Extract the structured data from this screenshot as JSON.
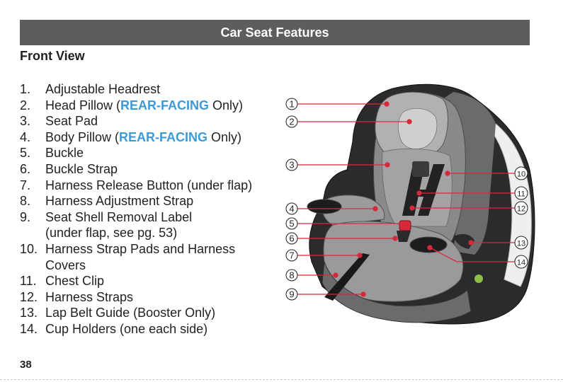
{
  "header": {
    "title": "Car Seat Features"
  },
  "section": {
    "title": "Front View"
  },
  "features": [
    {
      "num": "1.",
      "before": "Adjustable Headrest",
      "accent": "",
      "after": ""
    },
    {
      "num": "2.",
      "before": "Head Pillow (",
      "accent": "REAR-FACING",
      "after": " Only)"
    },
    {
      "num": "3.",
      "before": "Seat Pad",
      "accent": "",
      "after": ""
    },
    {
      "num": "4.",
      "before": "Body Pillow (",
      "accent": "REAR-FACING",
      "after": " Only)"
    },
    {
      "num": "5.",
      "before": "Buckle",
      "accent": "",
      "after": ""
    },
    {
      "num": "6.",
      "before": "Buckle Strap",
      "accent": "",
      "after": ""
    },
    {
      "num": "7.",
      "before": "Harness Release Button (under flap)",
      "accent": "",
      "after": ""
    },
    {
      "num": "8.",
      "before": "Harness Adjustment Strap",
      "accent": "",
      "after": ""
    },
    {
      "num": "9.",
      "before": "Seat Shell Removal Label",
      "accent": "",
      "after": ""
    },
    {
      "num": "",
      "before": "(under flap, see pg. 53)",
      "accent": "",
      "after": ""
    },
    {
      "num": "10.",
      "before": "Harness Strap Pads and Harness",
      "accent": "",
      "after": ""
    },
    {
      "num": "",
      "before": "Covers",
      "accent": "",
      "after": ""
    },
    {
      "num": "11.",
      "before": "Chest Clip",
      "accent": "",
      "after": ""
    },
    {
      "num": "12.",
      "before": "Harness Straps",
      "accent": "",
      "after": ""
    },
    {
      "num": "13.",
      "before": "Lap Belt Guide (Booster Only)",
      "accent": "",
      "after": ""
    },
    {
      "num": "14.",
      "before": "Cup Holders (one each side)",
      "accent": "",
      "after": ""
    }
  ],
  "callouts": [
    "1",
    "2",
    "3",
    "4",
    "5",
    "6",
    "7",
    "8",
    "9",
    "10",
    "11",
    "12",
    "13",
    "14"
  ],
  "footer": {
    "page_number": "38"
  },
  "colors": {
    "banner_bg": "#5d5d5f",
    "accent_blue": "#3d9ad8",
    "callout_red": "#d62a3a"
  }
}
